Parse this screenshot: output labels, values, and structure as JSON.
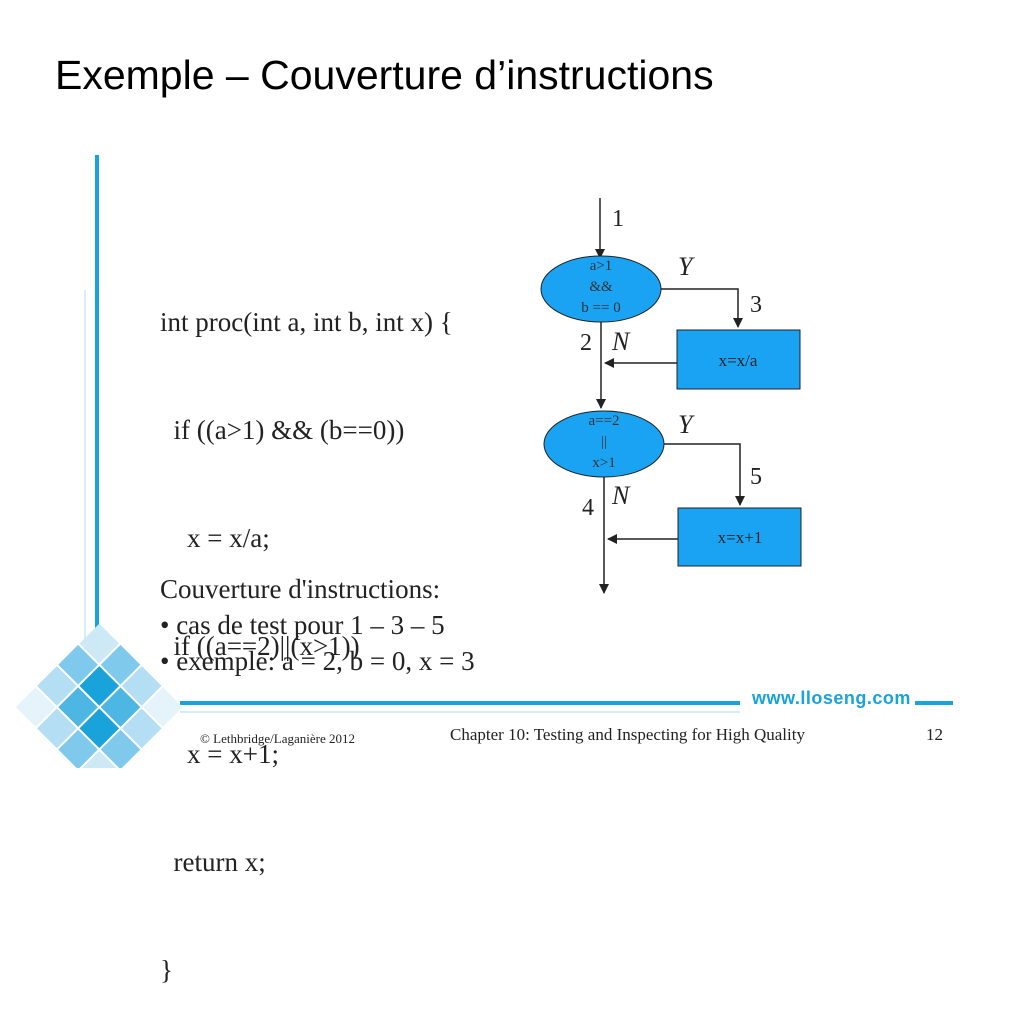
{
  "slide": {
    "title": "Exemple – Couverture d’instructions",
    "code_lines": [
      "int proc(int a, int b, int x) {",
      "  if ((a>1) && (b==0))",
      "    x = x/a;",
      "  if ((a==2)||(x>1))",
      "    x = x+1;",
      "  return x;",
      "}"
    ],
    "coverage": {
      "heading": "Couverture d'instructions:",
      "bullets": [
        "• cas de test pour 1 – 3 – 5",
        "• exemple: a = 2, b = 0, x = 3"
      ]
    }
  },
  "flowchart": {
    "node1_number": "1",
    "decision1": {
      "line1": "a>1",
      "line2": "&&",
      "line3": "b == 0"
    },
    "decision1_yes": "Y",
    "decision1_no": "N",
    "node2_number": "2",
    "node3_number": "3",
    "box1": "x=x/a",
    "decision2": {
      "line1": "a==2",
      "line2": "||",
      "line3": "x>1"
    },
    "decision2_yes": "Y",
    "decision2_no": "N",
    "node4_number": "4",
    "node5_number": "5",
    "box2": "x=x+1",
    "colors": {
      "fill": "#1aa3f2",
      "stroke": "#222222"
    }
  },
  "footer": {
    "website": "www.lloseng.com",
    "copyright": "© Lethbridge/Laganière 2012",
    "chapter": "Chapter 10: Testing and Inspecting for High Quality",
    "page_number": "12"
  },
  "theme": {
    "accent": "#1aa3db",
    "light_accent": "#d6eef8"
  }
}
